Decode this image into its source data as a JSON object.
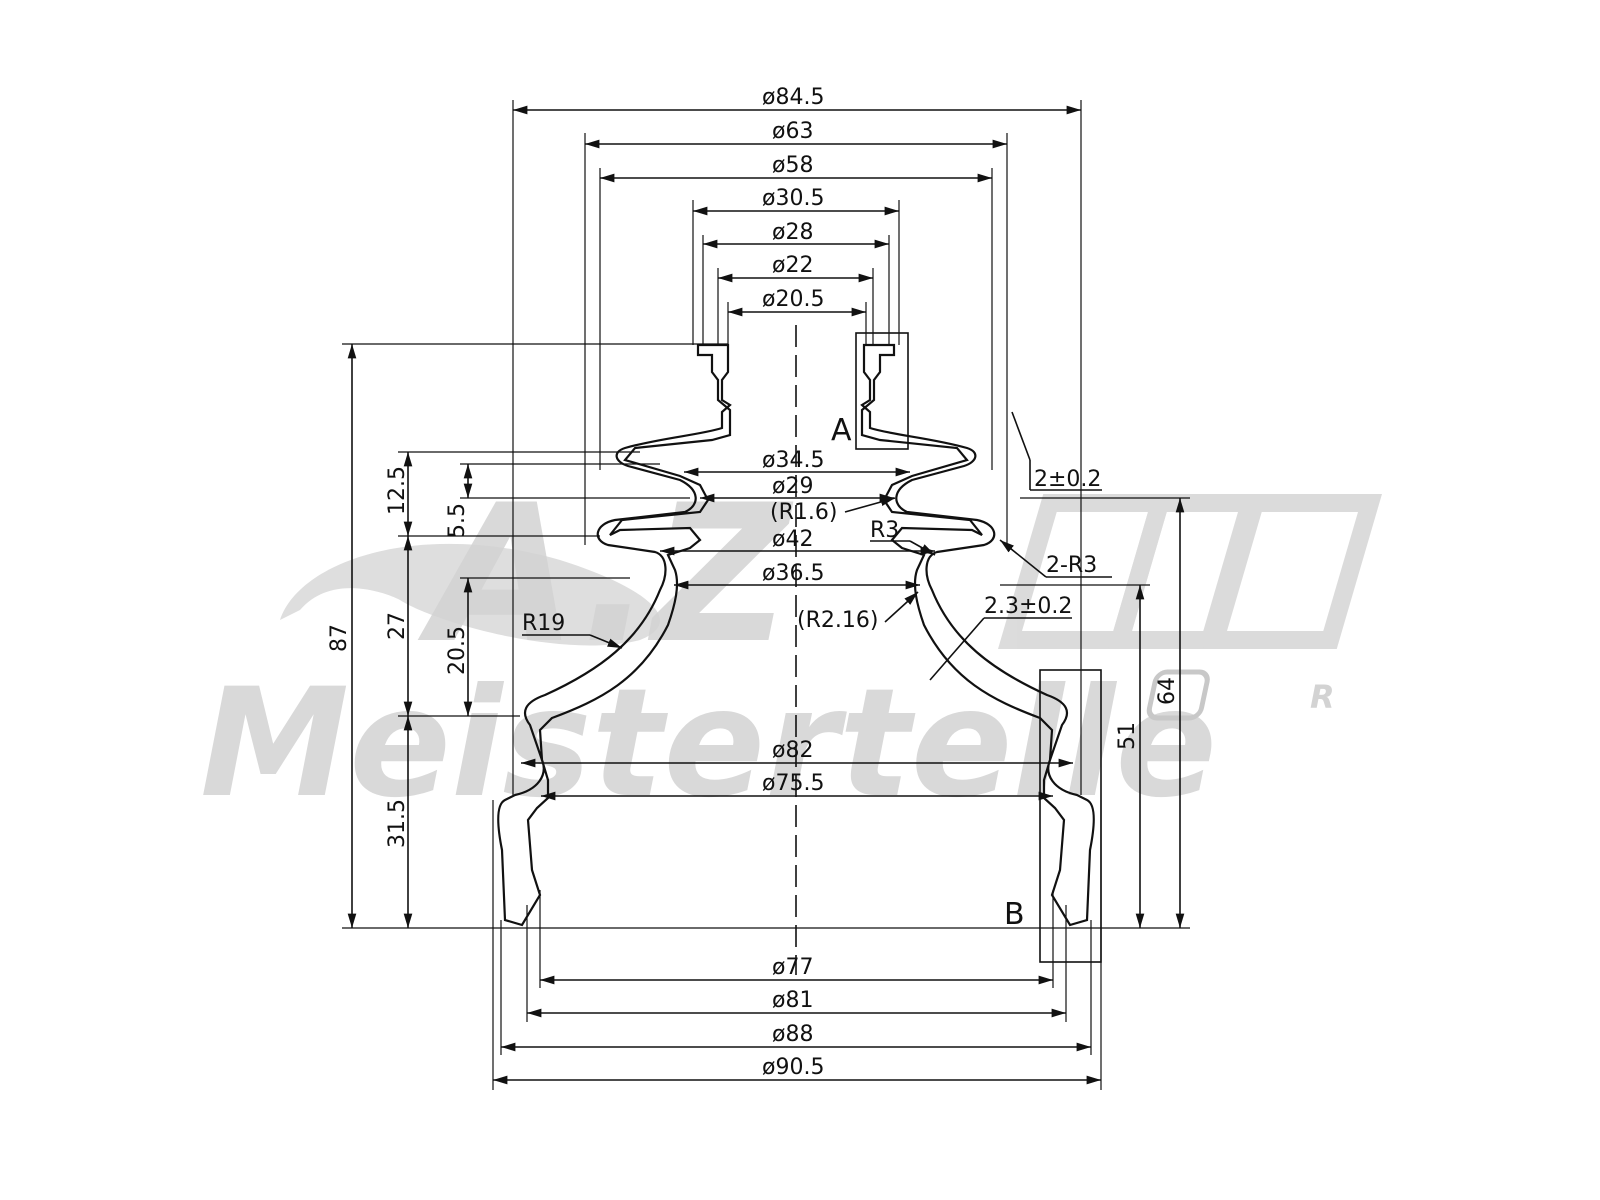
{
  "watermark": {
    "brand_line1": "A.Z",
    "brand_line2": "Meistertelle",
    "registered": "R"
  },
  "top_diameters": {
    "d84_5": "ø84.5",
    "d63": "ø63",
    "d58": "ø58",
    "d30_5": "ø30.5",
    "d28": "ø28",
    "d22": "ø22",
    "d20_5": "ø20.5"
  },
  "mid_diameters": {
    "d34_5": "ø34.5",
    "d29": "ø29",
    "r1_6": "(R1.6)",
    "d42": "ø42",
    "d36_5": "ø36.5",
    "r2_16": "(R2.16)",
    "d82": "ø82",
    "d75_5": "ø75.5"
  },
  "bottom_diameters": {
    "d77": "ø77",
    "d81": "ø81",
    "d88": "ø88",
    "d90_5": "ø90.5"
  },
  "left_heights": {
    "h87": "87",
    "h12_5": "12.5",
    "h5_5": "5.5",
    "h27": "27",
    "h20_5": "20.5",
    "h31_5": "31.5"
  },
  "right_heights": {
    "h64": "64",
    "h51": "51"
  },
  "callouts": {
    "thick_top": "2±0.2",
    "r3": "R3",
    "two_r3": "2-R3",
    "thick_mid": "2.3±0.2",
    "r19": "R19"
  },
  "detail_labels": {
    "a": "A",
    "b": "B"
  }
}
